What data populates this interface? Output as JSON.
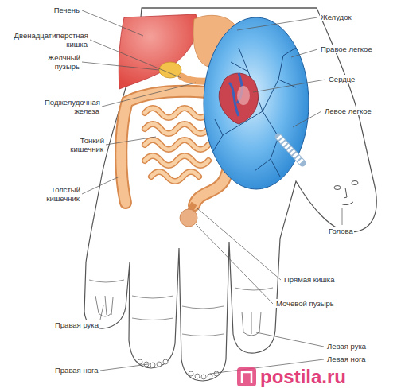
{
  "diagram": {
    "labels": [
      "Печень",
      "Двенадцатиперстная кишка",
      "Желчный пузырь",
      "Поджелудочная железа",
      "Тонкий кишечник",
      "Толстый кишечник",
      "Желудок",
      "Правое легкое",
      "Сердце",
      "Левое легкое",
      "Голова",
      "Прямая кишка",
      "Мочевой пузырь",
      "Правая рука",
      "Правая нога",
      "Левая рука",
      "Левая нога",
      "postila.ru"
    ]
  }
}
